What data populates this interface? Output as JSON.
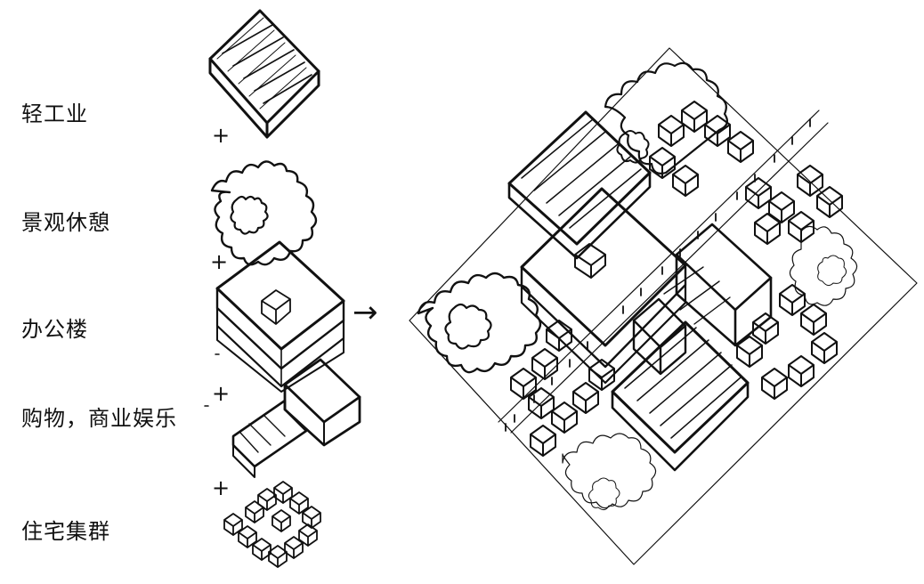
{
  "labels": {
    "industry": "轻工业",
    "landscape": "景观休憩",
    "office": "办公楼",
    "shopping": "购物，商业娱乐",
    "housing": "住宅集群"
  },
  "plus_sign": "+",
  "arrow": "→"
}
